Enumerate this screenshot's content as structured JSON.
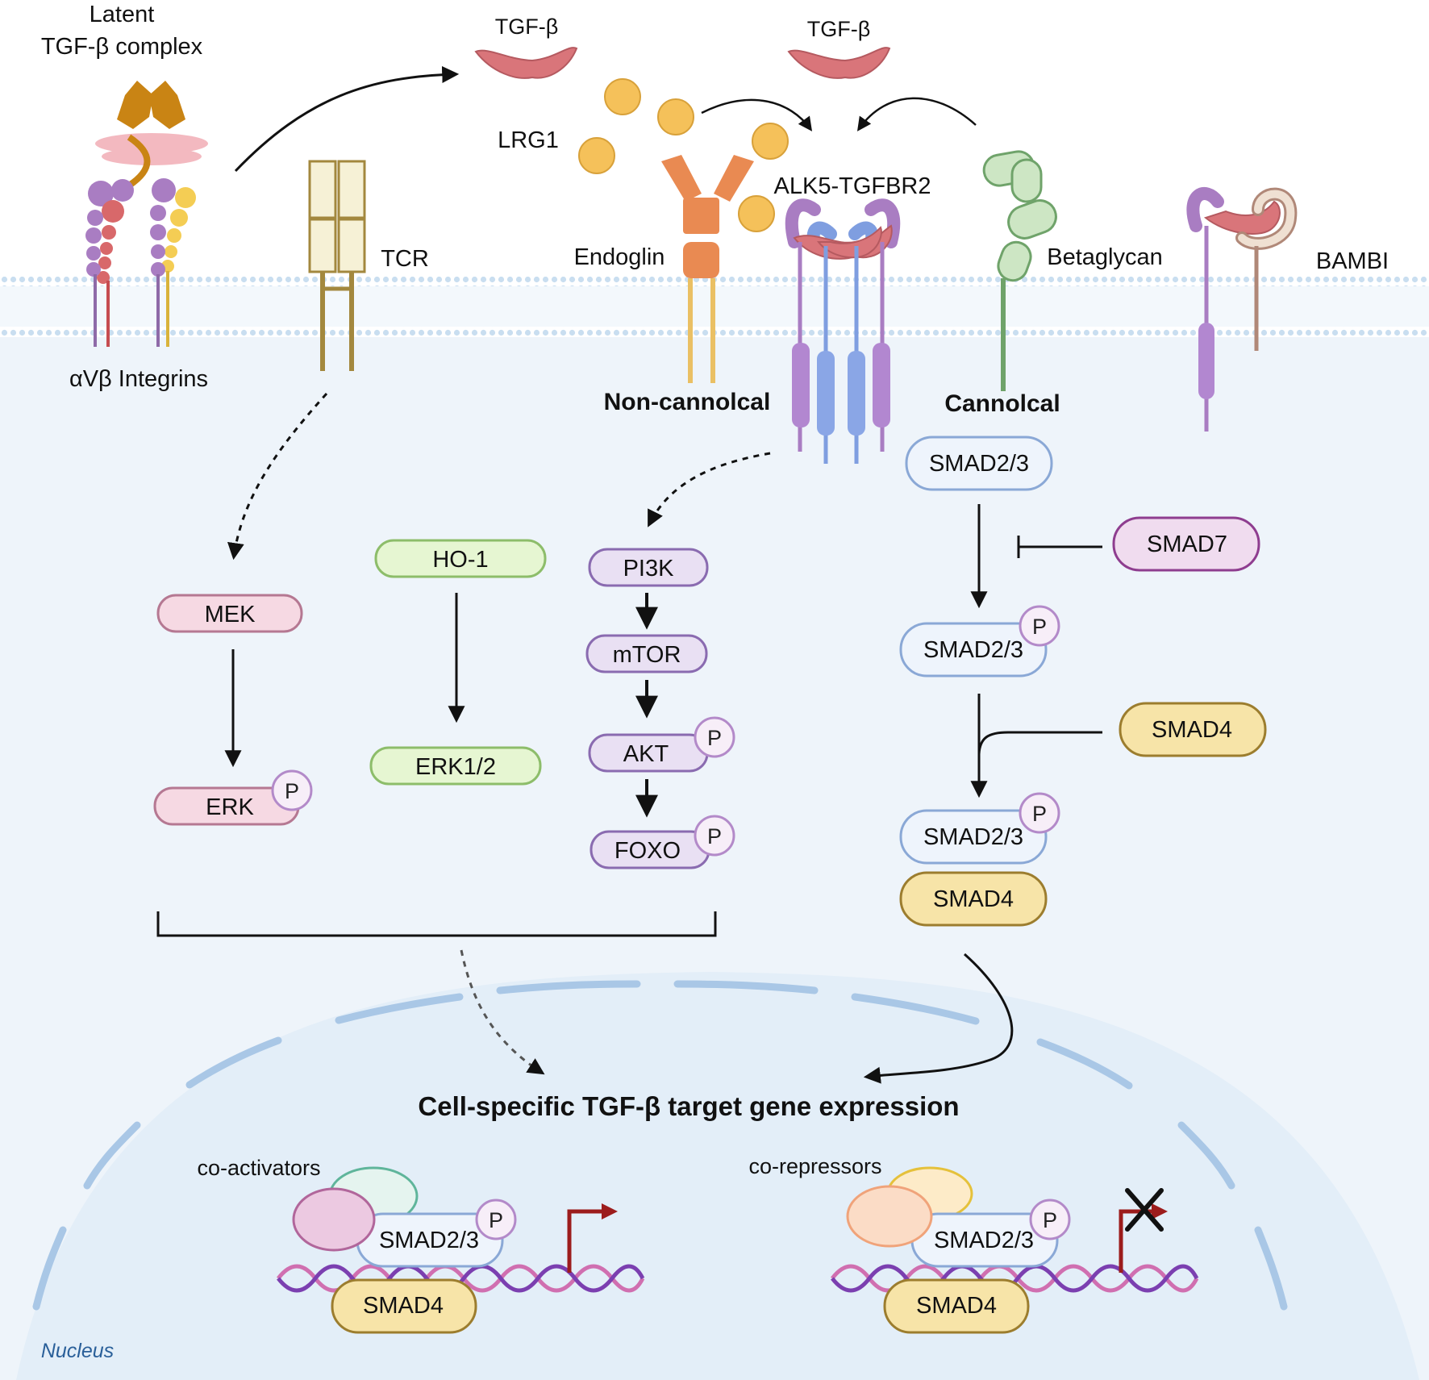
{
  "labels": {
    "latent_line1": "Latent",
    "latent_line2": "TGF-β complex",
    "tgfb_left": "TGF-β",
    "tgfb_right": "TGF-β",
    "lrg1": "LRG1",
    "alk5": "ALK5-TGFBR2",
    "tcr": "TCR",
    "endoglin": "Endoglin",
    "betaglycan": "Betaglycan",
    "bambi": "BAMBI",
    "integrins": "αVβ Integrins",
    "non_canonical": "Non-cannolcal",
    "canonical": "Cannolcal",
    "target_genes": "Cell-specific TGF-β target gene expression",
    "co_activators": "co-activators",
    "co_repressors": "co-repressors",
    "nucleus": "Nucleus"
  },
  "nodes": {
    "mek": "MEK",
    "erk": "ERK",
    "ho1": "HO-1",
    "erk12": "ERK1/2",
    "pi3k": "PI3K",
    "mtor": "mTOR",
    "akt": "AKT",
    "foxo": "FOXO",
    "smad23_a": "SMAD2/3",
    "smad23_b": "SMAD2/3",
    "smad23_c": "SMAD2/3",
    "smad4_side": "SMAD4",
    "smad4_complex": "SMAD4",
    "smad7": "SMAD7",
    "smad23_nuc_left": "SMAD2/3",
    "smad4_nuc_left": "SMAD4",
    "smad23_nuc_right": "SMAD2/3",
    "smad4_nuc_right": "SMAD4"
  },
  "phospho_label": "P",
  "colors": {
    "membrane": "#c9def0",
    "cytoplasm": "#eef4fa",
    "nucleus": "#e3eef8",
    "pink_node": "#f6d9e3",
    "green_node": "#e6f6d2",
    "purple_node": "#e9e0f3",
    "blue_node": "#e8f0fb",
    "yellow_node": "#f7e4a8",
    "smad7": "#f0dcef",
    "tgfb": "#d9757a",
    "lrg1": "#f5c15a",
    "arrow_red": "#9c1c1c"
  }
}
